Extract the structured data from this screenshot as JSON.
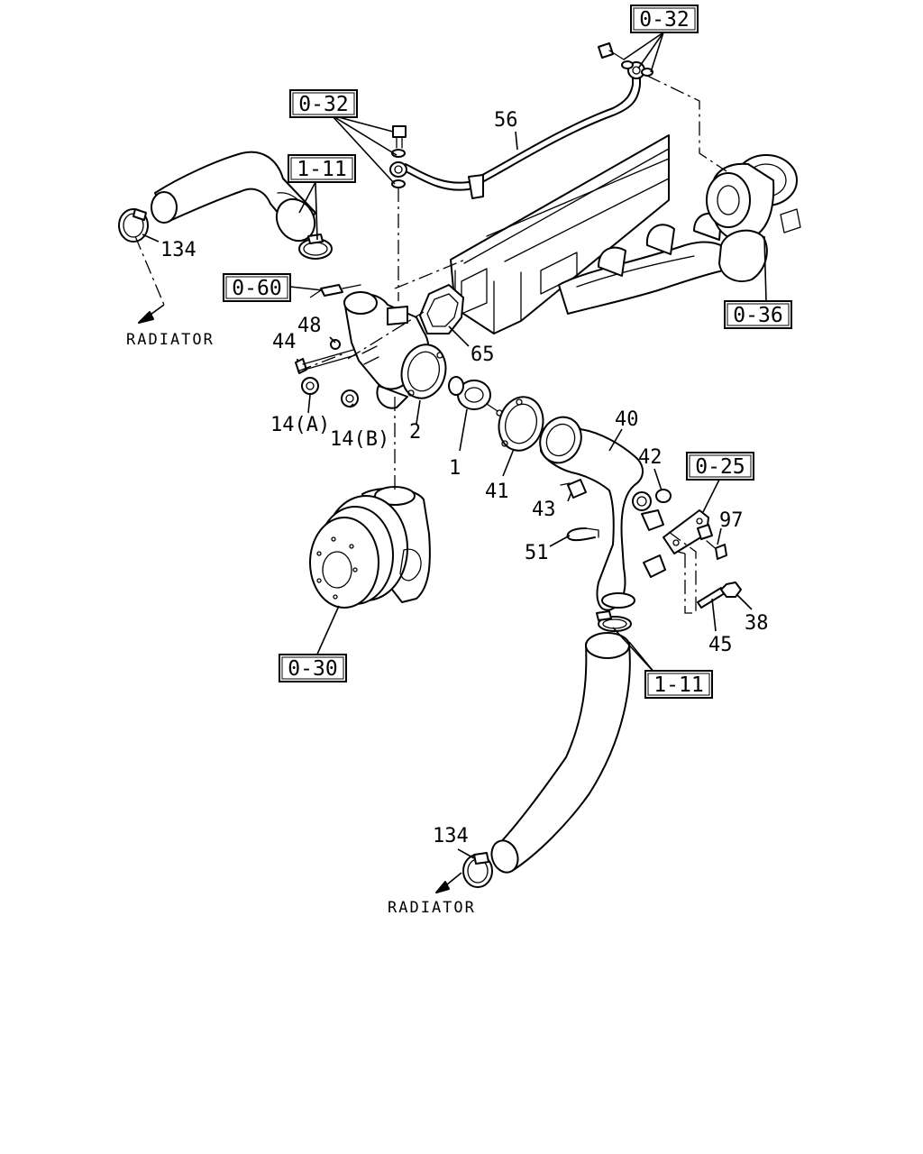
{
  "references": [
    {
      "id": "ref-0-32-top",
      "text": "0-32"
    },
    {
      "id": "ref-0-32-left",
      "text": "0-32"
    },
    {
      "id": "ref-1-11-top",
      "text": "1-11"
    },
    {
      "id": "ref-0-60",
      "text": "0-60"
    },
    {
      "id": "ref-0-36",
      "text": "0-36"
    },
    {
      "id": "ref-0-25",
      "text": "0-25"
    },
    {
      "id": "ref-0-30",
      "text": "0-30"
    },
    {
      "id": "ref-1-11-bottom",
      "text": "1-11"
    }
  ],
  "part_numbers": {
    "p56": "56",
    "p134_top": "134",
    "p48": "48",
    "p44": "44",
    "p65": "65",
    "p14a": "14(A)",
    "p14b": "14(B)",
    "p2": "2",
    "p1": "1",
    "p41": "41",
    "p40": "40",
    "p42": "42",
    "p43": "43",
    "p97": "97",
    "p51": "51",
    "p38": "38",
    "p45": "45",
    "p134_bottom": "134"
  },
  "destinations": {
    "radiator_top": "RADIATOR",
    "radiator_bottom": "RADIATOR"
  }
}
